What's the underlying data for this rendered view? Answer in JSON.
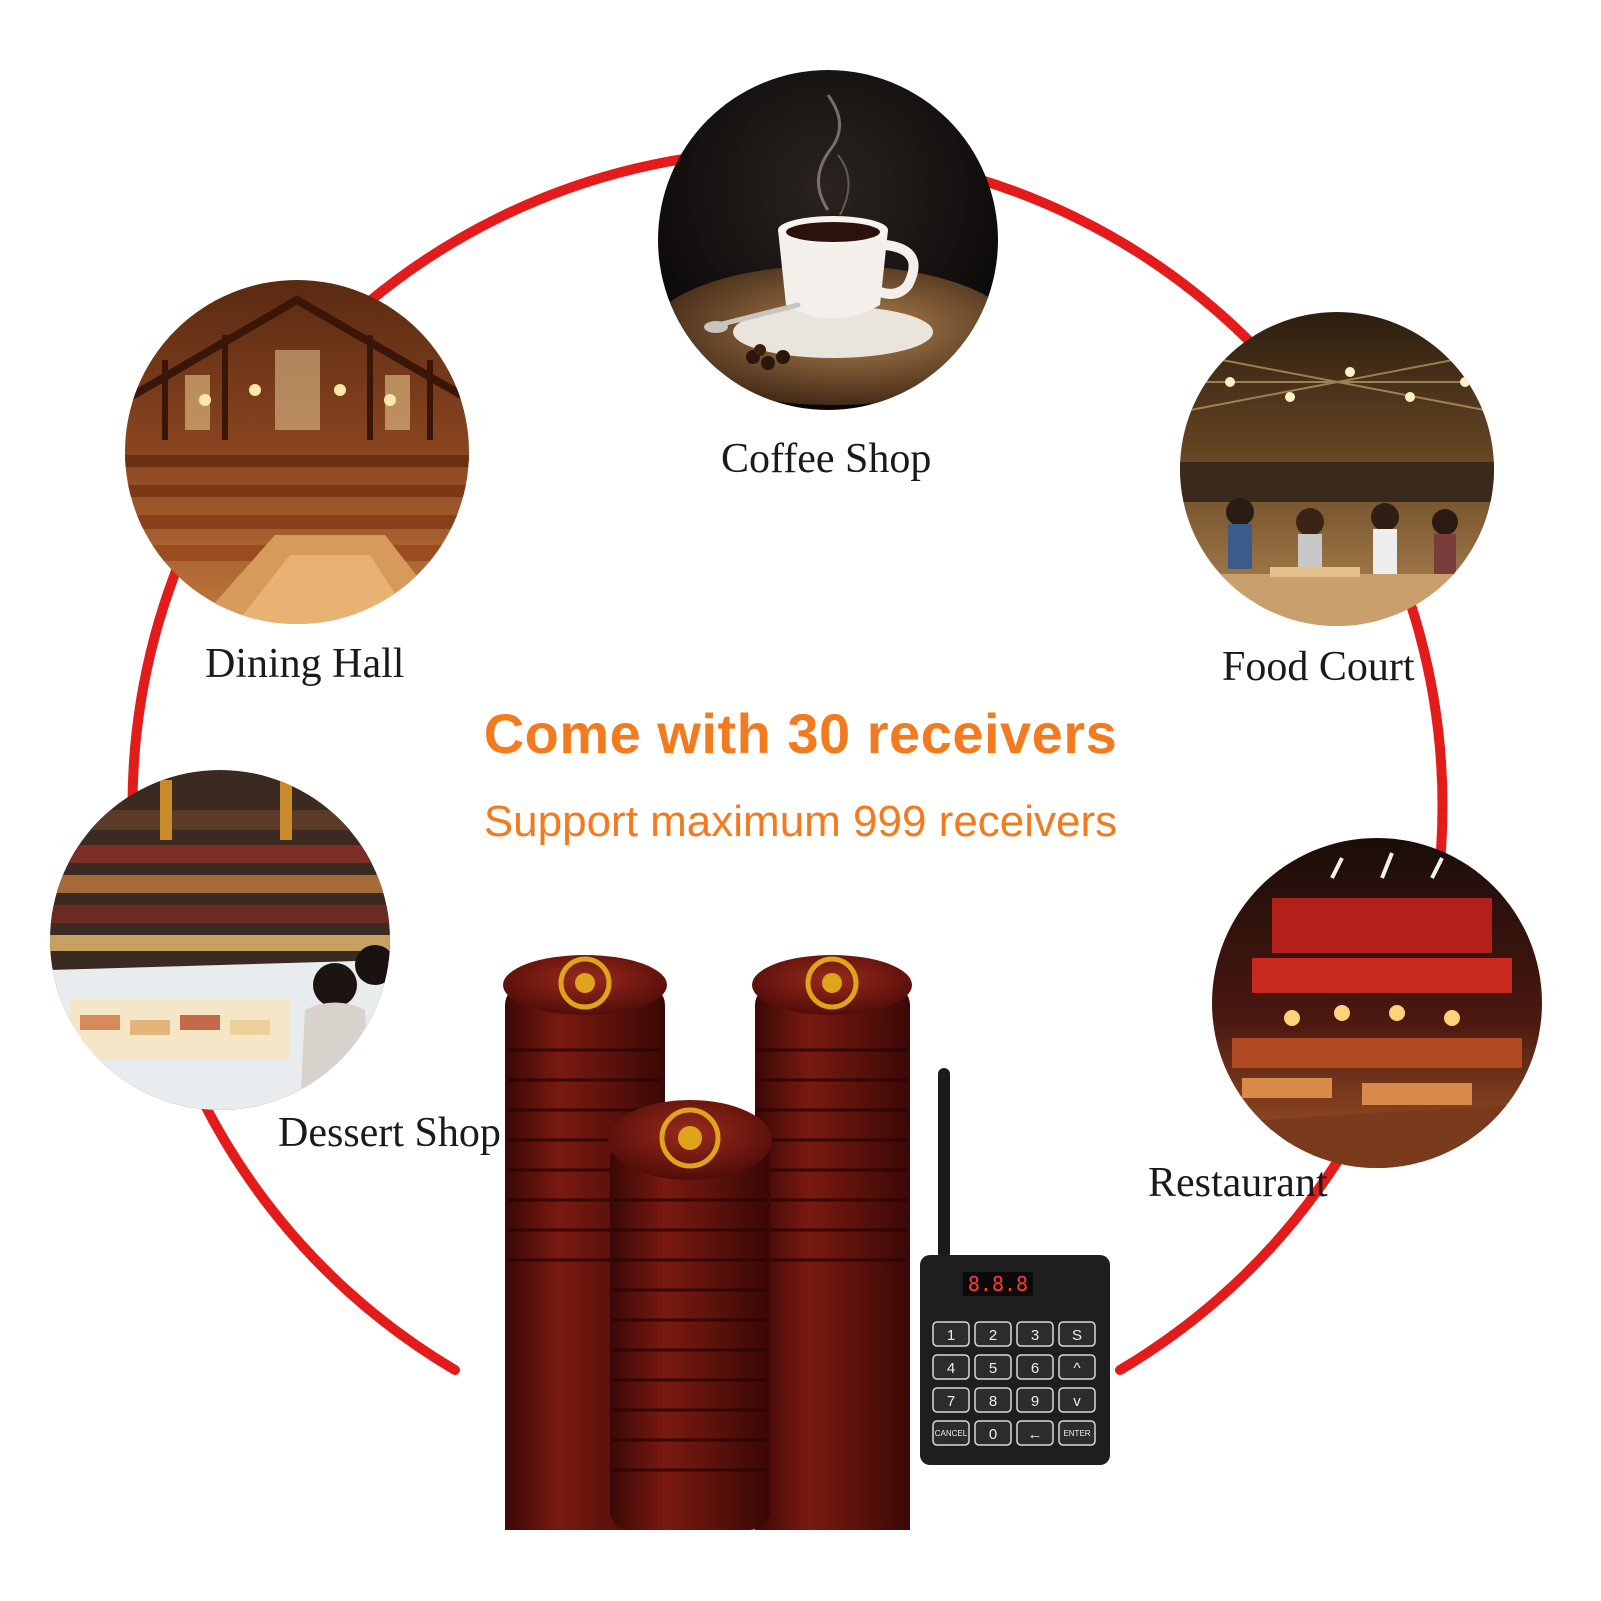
{
  "headline": {
    "main": "Come with 30 receivers",
    "sub": "Support maximum 999 receivers"
  },
  "venues": [
    {
      "label": "Coffee Shop",
      "image": "coffee-cup-photo"
    },
    {
      "label": "Dining Hall",
      "image": "dining-hall-photo"
    },
    {
      "label": "Food Court",
      "image": "food-court-photo"
    },
    {
      "label": "Dessert Shop",
      "image": "dessert-shop-photo"
    },
    {
      "label": "Restaurant",
      "image": "restaurant-photo"
    }
  ],
  "transmitter": {
    "display": "8.8.8",
    "keys": [
      "1",
      "2",
      "3",
      "S",
      "4",
      "5",
      "6",
      "^",
      "7",
      "8",
      "9",
      "v",
      "CANCEL",
      "0",
      "←",
      "ENTER"
    ]
  },
  "colors": {
    "ring": "#e31b1b",
    "headline": "#f37b1f",
    "pager": "#5a0a0a",
    "pager_badge": "#e0a31c",
    "transmitter_body": "#1e1e1e"
  }
}
